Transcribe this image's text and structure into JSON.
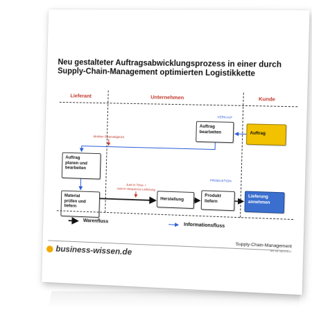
{
  "title": {
    "line1": "Neu gestalteter Auftragsabwicklungsprozess in einer durch",
    "line2": "Supply-Chain-Management optimierten Logistikkette"
  },
  "columns": {
    "lieferant": "Lieferant",
    "unternehmen": "Unternehmen",
    "kunde": "Kunde"
  },
  "tags": {
    "verkauf": "VERKAUF",
    "produktion": "PRODUKTION"
  },
  "boxes": {
    "auftrag_bearbeiten": [
      "Auftrag",
      "bearbeiten"
    ],
    "auftrag": "Auftrag",
    "auftrag_planen": [
      "Auftrag",
      "planen und",
      "bearbeiten"
    ],
    "material": [
      "Material",
      "prüfen und",
      "liefern"
    ],
    "herstellung": "Herstellung",
    "produkt_liefern": [
      "Produkt",
      "liefern"
    ],
    "lieferung_annehmen": [
      "Lieferung",
      "annehmen"
    ]
  },
  "notes": {
    "datenabgleich": "direkter Datenabgleich",
    "jit_line1": "Just-in-Time- /",
    "jit_line2": "Just-in-Sequence-Lieferung"
  },
  "legend": {
    "warenfluss": "Warenfluss",
    "informationsfluss": "Informationsfluss"
  },
  "footer": {
    "brand": "business-wissen.de",
    "topic": "Supply-Chain-Management",
    "artnr": "Art.-Nr. 08.079.07"
  },
  "colors": {
    "accent_red": "#c0392b",
    "info_blue": "#2a5bd7",
    "kunde_yellow": "#f2c200",
    "lieferung_blue": "#3a6fd0",
    "brand_orange": "#f2a900"
  }
}
